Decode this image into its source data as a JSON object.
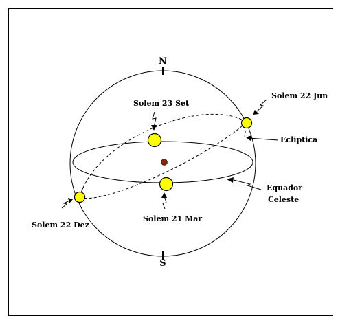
{
  "labels": {
    "north": "N",
    "south": "S",
    "sun_sep": "Solem 23 Set",
    "sun_jun": "Solem 22 Jun",
    "sun_mar": "Solem 21 Mar",
    "sun_dec": "Solem 22 Dez",
    "ecliptic": "Ecliptica",
    "equator_line1": "Equador",
    "equator_line2": "Celeste"
  },
  "colors": {
    "sun_fill": "#ffff00",
    "earth_fill": "#8b2500",
    "line": "#000000",
    "background": "#ffffff"
  }
}
